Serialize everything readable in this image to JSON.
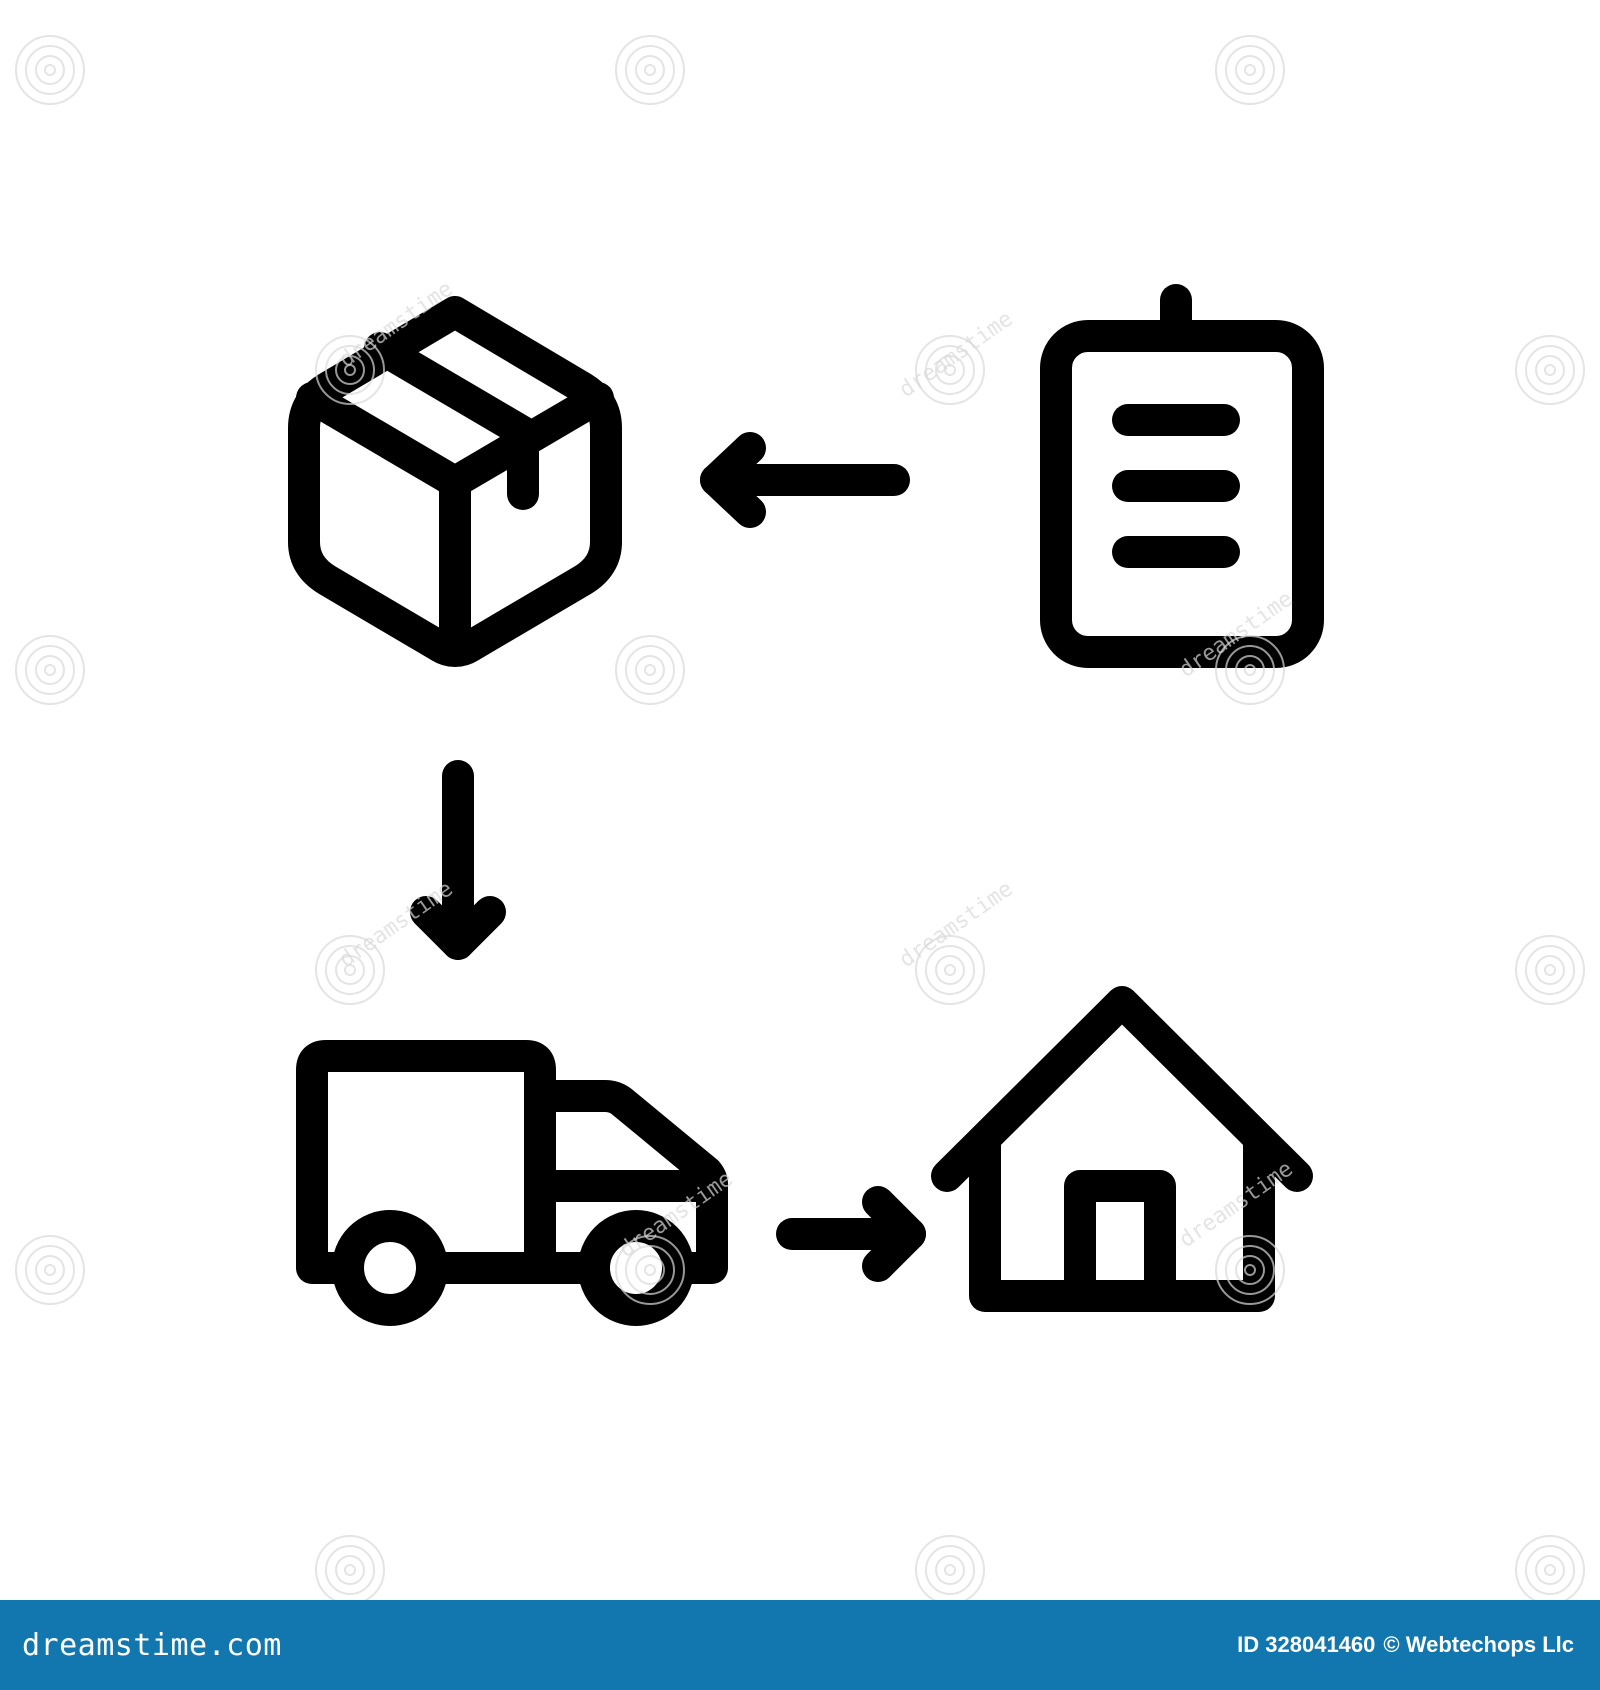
{
  "colors": {
    "background": "#ffffff",
    "icon_stroke": "#000000",
    "footer_background": "#1277ae",
    "footer_text": "#ffffff",
    "watermark": "#d9d9d9"
  },
  "diagram": {
    "nodes": [
      {
        "id": "box",
        "icon": "package-box-icon"
      },
      {
        "id": "clipboard",
        "icon": "clipboard-icon"
      },
      {
        "id": "truck",
        "icon": "delivery-truck-icon"
      },
      {
        "id": "house",
        "icon": "house-icon"
      }
    ],
    "edges": [
      {
        "from": "clipboard",
        "to": "box",
        "direction": "left"
      },
      {
        "from": "box",
        "to": "truck",
        "direction": "down"
      },
      {
        "from": "truck",
        "to": "house",
        "direction": "right"
      }
    ]
  },
  "watermark": {
    "text": "dreamstime"
  },
  "footer": {
    "logo_text": "dreamstime.com",
    "id_text": "ID 328041460",
    "credit_text": "© Webtechops Llc"
  }
}
